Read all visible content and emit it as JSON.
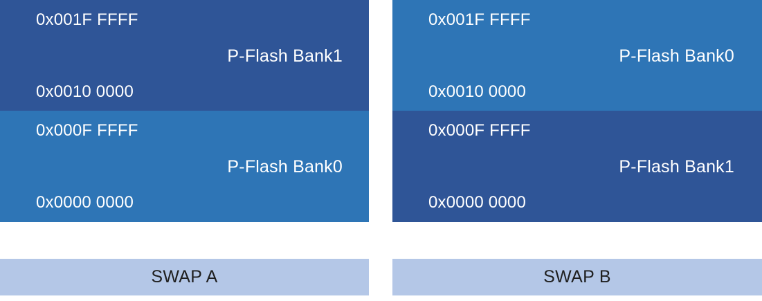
{
  "colors": {
    "bank0": "#2e75b6",
    "bank1": "#2f5597",
    "swap_bar": "#b4c7e7"
  },
  "panels": [
    {
      "upper": {
        "bank": "bank1",
        "top_address": "0x001F FFFF",
        "label": "P-Flash Bank1",
        "bottom_address": "0x0010 0000"
      },
      "lower": {
        "bank": "bank0",
        "top_address": "0x000F FFFF",
        "label": "P-Flash Bank0",
        "bottom_address": "0x0000 0000"
      },
      "caption": "SWAP A"
    },
    {
      "upper": {
        "bank": "bank0",
        "top_address": "0x001F FFFF",
        "label": "P-Flash Bank0",
        "bottom_address": "0x0010 0000"
      },
      "lower": {
        "bank": "bank1",
        "top_address": "0x000F FFFF",
        "label": "P-Flash Bank1",
        "bottom_address": "0x0000 0000"
      },
      "caption": "SWAP B"
    }
  ]
}
